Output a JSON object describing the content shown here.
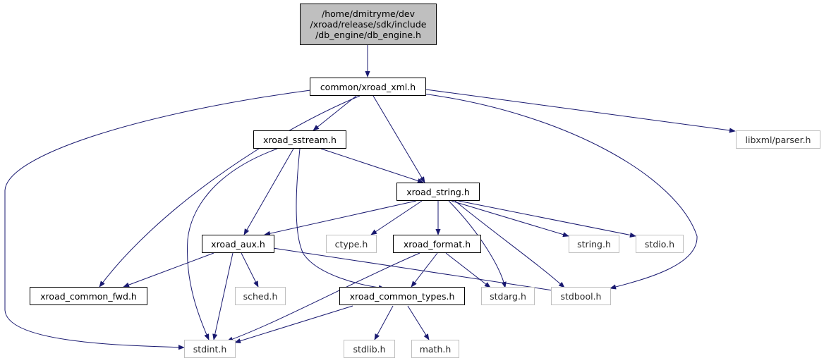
{
  "diagram": {
    "edge_color": "#191970",
    "root_fill": "#bfbfbf",
    "documented_border": "#000000",
    "system_border": "#bfbfbf",
    "nodes": {
      "db_engine": "/home/dmitryme/dev\n/xroad/release/sdk/include\n/db_engine/db_engine.h",
      "xroad_xml": "common/xroad_xml.h",
      "xroad_sstream": "xroad_sstream.h",
      "libxml_parser": "libxml/parser.h",
      "xroad_string": "xroad_string.h",
      "xroad_aux": "xroad_aux.h",
      "ctype": "ctype.h",
      "xroad_format": "xroad_format.h",
      "string_h": "string.h",
      "stdio": "stdio.h",
      "xroad_common_fwd": "xroad_common_fwd.h",
      "sched": "sched.h",
      "xroad_common_types": "xroad_common_types.h",
      "stdarg": "stdarg.h",
      "stdbool": "stdbool.h",
      "stdint": "stdint.h",
      "stdlib": "stdlib.h",
      "math": "math.h"
    }
  }
}
